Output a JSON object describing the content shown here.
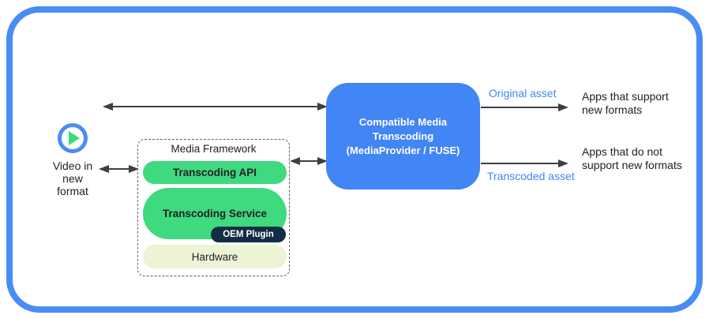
{
  "colors": {
    "frame_blue": "#4A8CF5",
    "transcoder_blue": "#4285F4",
    "pill_green": "#3FD97F",
    "hardware_pale_green": "#EDF4D6",
    "oem_navy": "#112E44",
    "asset_label_blue": "#4285F4",
    "arrow_gray": "#3C4043"
  },
  "source": {
    "icon": "play-icon",
    "label": "Video in\nnew\nformat"
  },
  "media_framework": {
    "title": "Media Framework",
    "layers": {
      "api": "Transcoding API",
      "service": "Transcoding Service",
      "oem_plugin": "OEM Plugin",
      "hardware": "Hardware"
    }
  },
  "transcoder": {
    "label": "Compatible Media\nTranscoding\n(MediaProvider / FUSE)"
  },
  "outputs": {
    "original": {
      "asset": "Original asset",
      "target": "Apps that support\nnew formats"
    },
    "transcoded": {
      "asset": "Transcoded asset",
      "target": "Apps that do not\nsupport new formats"
    }
  }
}
